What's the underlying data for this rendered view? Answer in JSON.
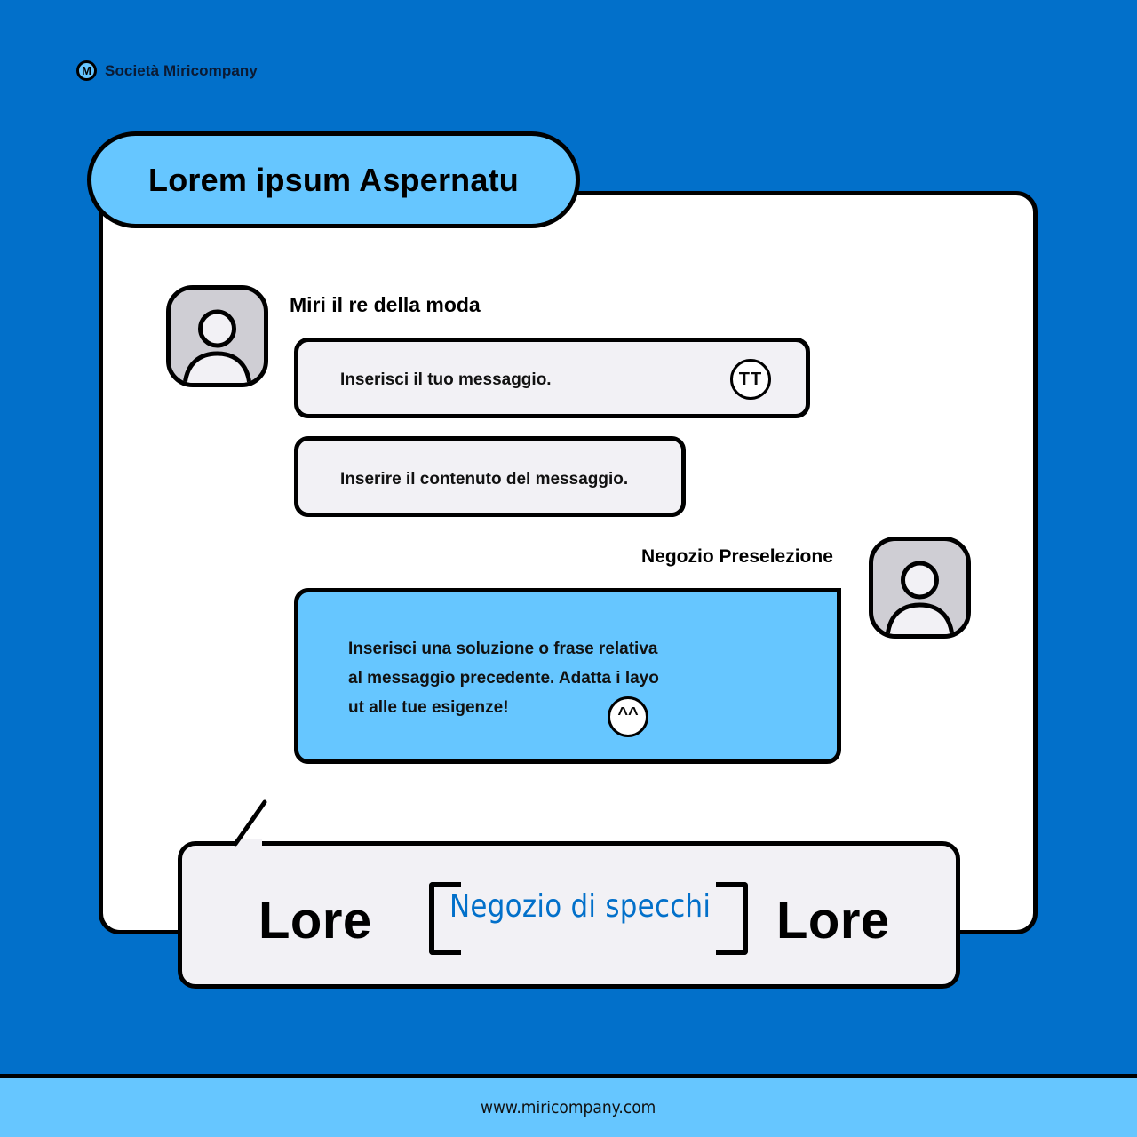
{
  "brand": {
    "logo_letter": "M",
    "name": "Società Miricompany"
  },
  "header": {
    "title": "Lorem ipsum Aspernatu"
  },
  "chat": {
    "messages_incoming": {
      "sender": "Miri il re della moda",
      "avatar_icon": "user-avatar-icon",
      "bubbles": [
        {
          "text": "Inserisci il tuo messaggio.",
          "emoji": "TT",
          "emoji_icon": "crying-face-icon"
        },
        {
          "text": "Inserire il contenuto del messaggio."
        }
      ]
    },
    "messages_outgoing": {
      "sender": "Negozio Preselezione",
      "avatar_icon": "user-avatar-icon",
      "bubble": {
        "lines": [
          "Inserisci una soluzione o frase relativa",
          "al messaggio precedente. Adatta i layo",
          "ut alle tue esigenze!"
        ],
        "emoji": "^^",
        "emoji_icon": "smiling-face-icon"
      }
    }
  },
  "callout": {
    "left_word": "Lore",
    "highlight": "Negozio di specchi",
    "right_word": "Lore"
  },
  "footer": {
    "url": "www.miricompany.com"
  },
  "colors": {
    "background": "#0270CA",
    "accent_light": "#66C6FF",
    "bubble_gray": "#F2F1F5",
    "avatar_gray": "#CFCED4",
    "border": "#000000"
  }
}
